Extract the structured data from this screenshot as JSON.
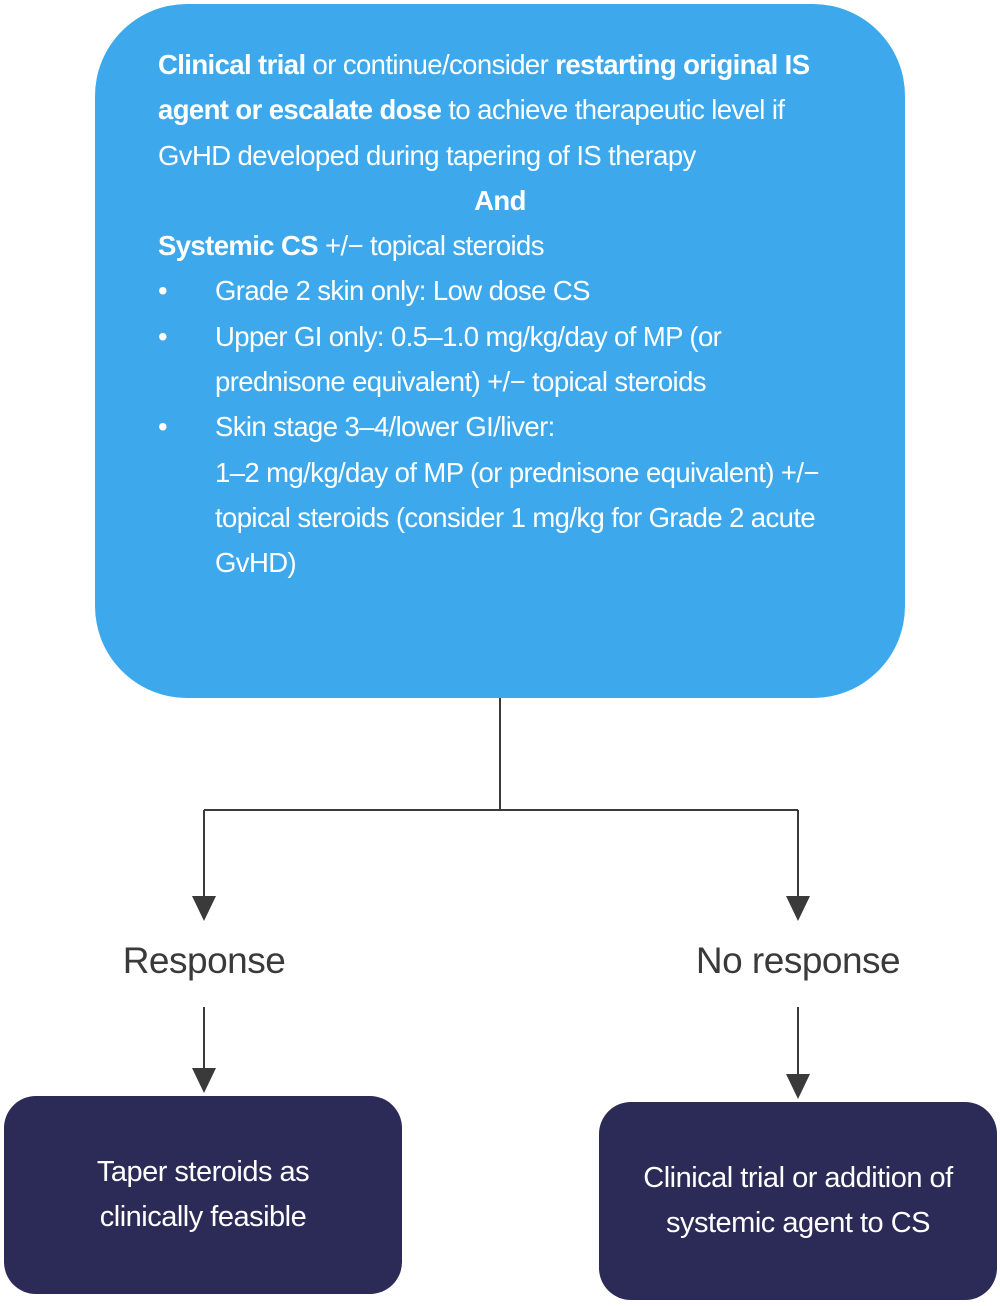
{
  "top_box": {
    "para1": {
      "seg1_bold": "Clinical trial",
      "seg2": " or continue/consider ",
      "seg3_bold": "restarting original IS agent or escalate dose",
      "seg4": " to achieve therapeutic level if GvHD developed during tapering of IS therapy"
    },
    "conjunction": "And",
    "para2": {
      "seg1_bold": "Systemic CS",
      "seg2": " +/− topical steroids"
    },
    "bullet_glyph": "•",
    "bullets": [
      "Grade 2 skin only: Low dose CS",
      "Upper GI only: 0.5–1.0 mg/kg/day of MP (or prednisone equivalent) +/− topical steroids",
      "Skin stage 3–4/lower GI/liver:",
      "1–2 mg/kg/day of MP (or prednisone equivalent) +/− topical steroids (consider 1 mg/kg for Grade 2 acute GvHD)"
    ]
  },
  "branches": {
    "left_label": "Response",
    "right_label": "No response"
  },
  "outcomes": {
    "left": "Taper steroids as clinically feasible",
    "right": "Clinical trial or addition of systemic agent to CS"
  },
  "colors": {
    "top_box": "#3da9ec",
    "outcome_box": "#2c2a56",
    "connector": "#3a3a3a"
  }
}
